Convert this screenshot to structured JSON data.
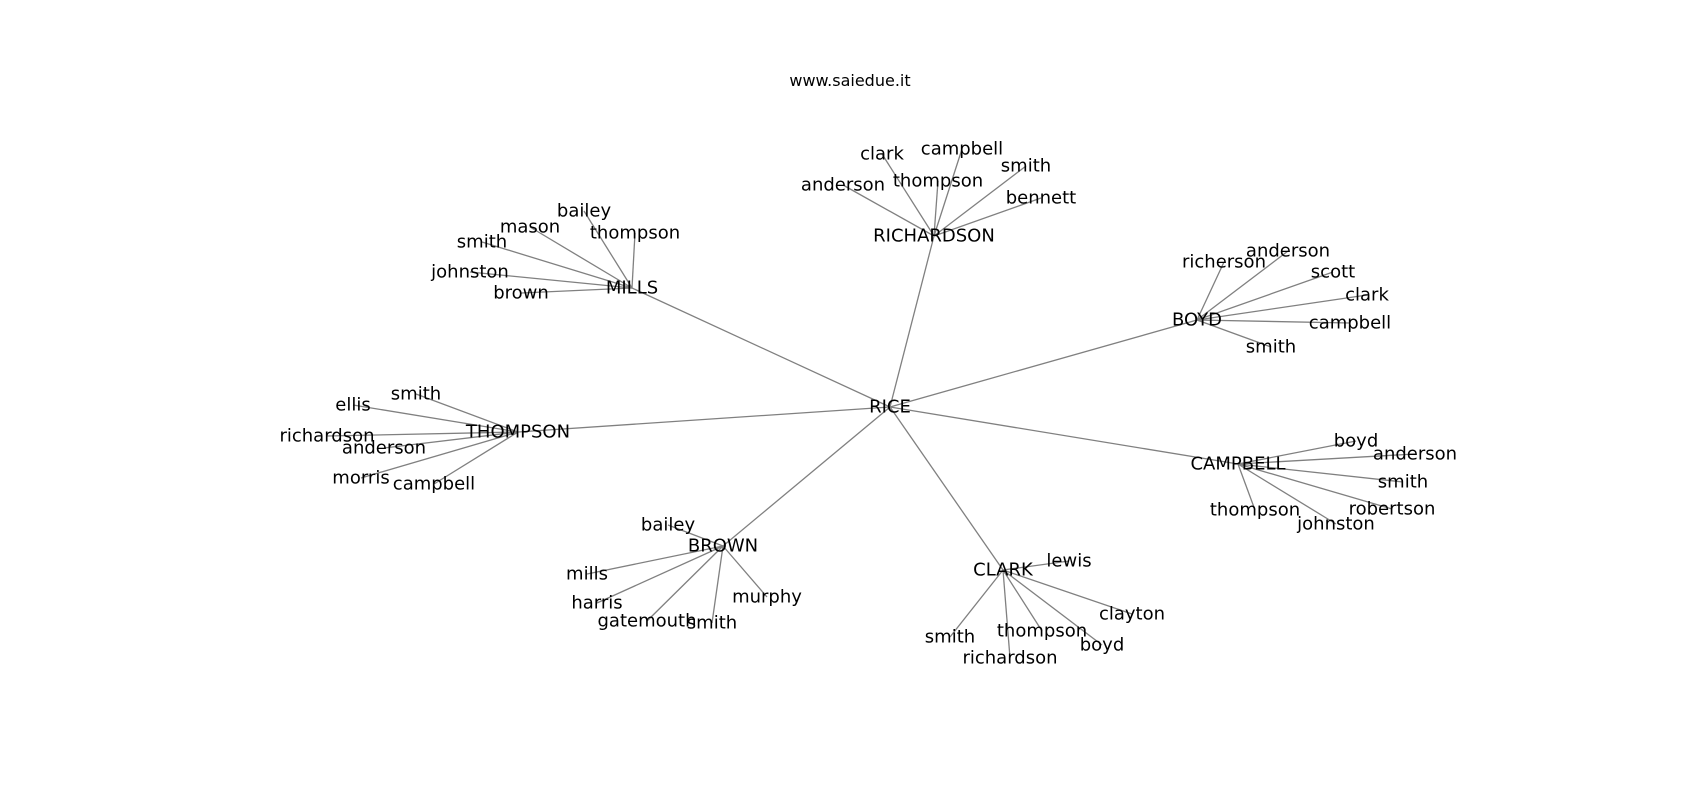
{
  "caption": "www.saiedue.it",
  "graph": {
    "root": "RICE",
    "clusters": [
      {
        "hub": "MILLS",
        "leaves": [
          "bailey",
          "mason",
          "thompson",
          "smith",
          "johnston",
          "brown"
        ]
      },
      {
        "hub": "RICHARDSON",
        "leaves": [
          "clark",
          "campbell",
          "smith",
          "thompson",
          "anderson",
          "bennett"
        ]
      },
      {
        "hub": "BOYD",
        "leaves": [
          "anderson",
          "richerson",
          "scott",
          "clark",
          "campbell",
          "smith"
        ]
      },
      {
        "hub": "CAMPBELL",
        "leaves": [
          "boyd",
          "anderson",
          "smith",
          "robertson",
          "thompson",
          "johnston"
        ]
      },
      {
        "hub": "CLARK",
        "leaves": [
          "lewis",
          "clayton",
          "thompson",
          "boyd",
          "smith",
          "richardson"
        ]
      },
      {
        "hub": "BROWN",
        "leaves": [
          "bailey",
          "mills",
          "murphy",
          "harris",
          "gatemouth",
          "smith"
        ]
      },
      {
        "hub": "THOMPSON",
        "leaves": [
          "smith",
          "ellis",
          "richardson",
          "anderson",
          "morris",
          "campbell"
        ]
      }
    ]
  }
}
